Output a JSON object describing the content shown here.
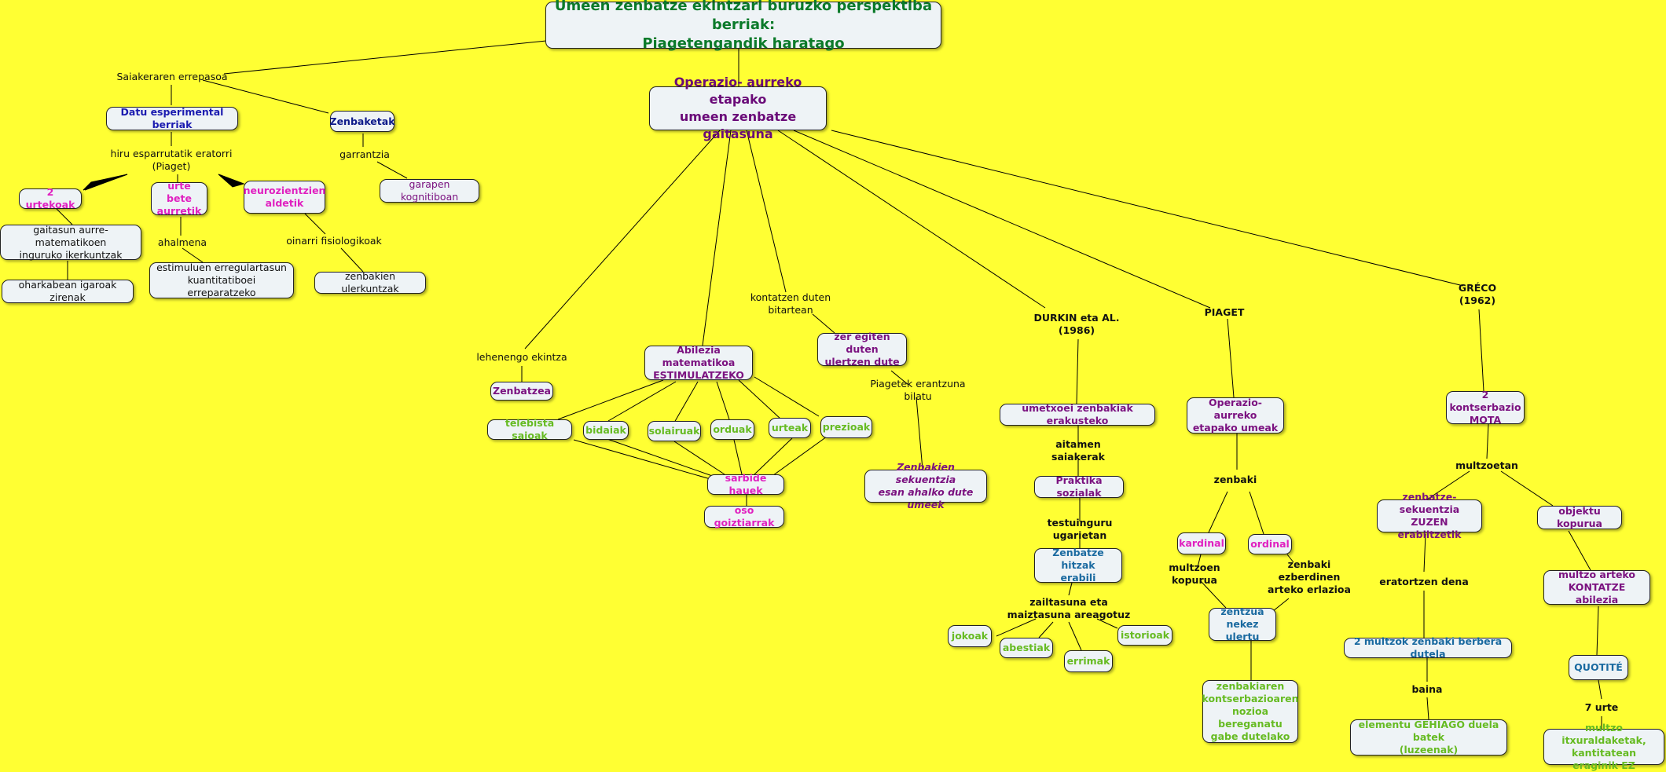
{
  "title": "Umeen zenbatze ekintzari buruzko perspektiba berriak:\nPiagetengandik haratago",
  "left": {
    "review": "Saiakeraren errepasoa",
    "exp_data": "Datu esperimental berriak",
    "zenbaketak": "Zenbaketak",
    "garrantzia": "garrantzia",
    "garapen": "garapen kognitiboan",
    "three_fields": "hiru esparrutatik eratorri\n(Piaget)",
    "two_years": "2 urtekoak",
    "before_year": "urte bete\naurretik",
    "neuro": "neurozientzien\naldetik",
    "pre_math": "gaitasun aurre-matematikoen\ninguruko ikerkuntzak",
    "unnoticed": "oharkabean igaroak zirenak",
    "ability": "ahalmena",
    "stimuli": "estimuluen erregulartasun\nkuantitatiboei erreparatzeko",
    "physio": "oinarri fisiologikoak",
    "num_understanding": "zenbakien ulerkuntzak"
  },
  "center": {
    "main": "Operazio- aurreko etapako\numeen zenbatze gaitasuna",
    "first_action": "lehenengo ekintza",
    "zenbatzea": "Zenbatzea",
    "stimulate": "Abilezia matematikoa\nESTIMULATZEKO",
    "sources": [
      "telebista saioak",
      "bidaiak",
      "solairuak",
      "orduak",
      "urteak",
      "prezioak"
    ],
    "paths": "sarbide hauek",
    "very_early": "oso goiztiarrak",
    "while_counting": "kontatzen duten\nbitartean",
    "what_do": "zer egiten duten\nulertzen dute",
    "piaget_answer": "Piagetek erantzuna bilatu",
    "sequence": "Zenbakien sekuentzia\nesan ahalko dute umeek"
  },
  "durkin": {
    "head": "DURKIN eta AL.\n(1986)",
    "show_numbers": "umetxoei zenbakiak erakusteko",
    "parents": "aitamen saiakerak",
    "social": "Praktika sozialak",
    "contexts": "testuinguru ugarietan",
    "words": "Zenbatze hitzak\nerabili",
    "difficulty": "zailtasuna eta\nmaiztasuna areagotuz",
    "items": [
      "jokoak",
      "abestiak",
      "errimak",
      "istorioak"
    ]
  },
  "piaget": {
    "head": "PIAGET",
    "children": "Operazio- aurreko\netapako umeak",
    "number": "zenbaki",
    "cardinal": "kardinal",
    "ordinal": "ordinal",
    "set_qty": "multzoen kopurua",
    "relation": "zenbaki ezberdinen\narteko erlazioa",
    "hard": "zentzua\nnekez ulertu",
    "conservation": "zenbakiaren\nkontserbazioaren\nnozioa bereganatu\ngabe dutelako"
  },
  "greco": {
    "head": "GRÉCO\n(1962)",
    "types": "2 kontserbazio\nMOTA",
    "in_sets": "multzoetan",
    "sequence_used": "zenbatze-sekuentzia\nZUZEN erabiltzetik",
    "obj_qty": "objektu kopurua",
    "derived": "eratortzen dena",
    "count_between": "multzo arteko\nKONTATZE abilezia",
    "same_number": "2 multzok zenbaki berbera dutela",
    "quotite": "QUOTITÉ",
    "but": "baina",
    "seven": "7 urte",
    "more_elements": "elementu GEHIAGO duela batek\n(luzeenak)",
    "transform": "multzo itxuraldaketak,\nkantitatean eraginik EZ"
  }
}
